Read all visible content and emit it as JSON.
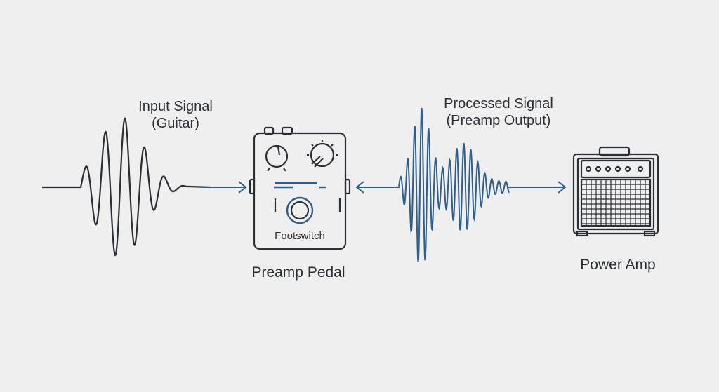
{
  "labels": {
    "input_line1": "Input Signal",
    "input_line2": "(Guitar)",
    "processed_line1": "Processed Signal",
    "processed_line2": "(Preamp Output)",
    "pedal": "Preamp Pedal",
    "footswitch": "Footswitch",
    "amp": "Power Amp"
  },
  "colors": {
    "dark": "#2b2f36",
    "blue": "#2f5f8e",
    "background": "#efefef"
  }
}
